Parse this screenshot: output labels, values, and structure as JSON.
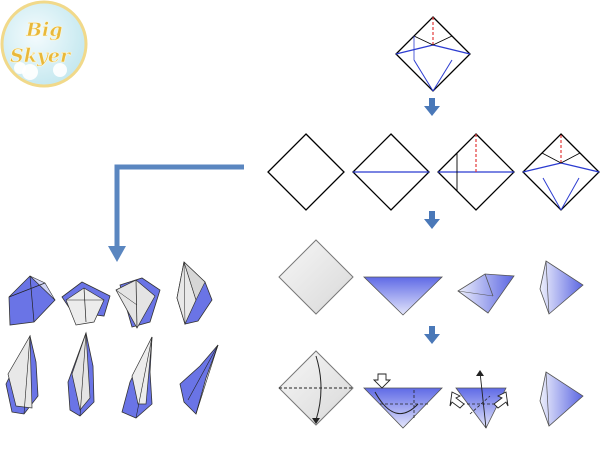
{
  "logo": {
    "line1": "Big",
    "line2": "Skyer",
    "bg_color": "#d9f0f4",
    "ring_color": "#f1d98a",
    "text_color": "#e8b83a"
  },
  "colors": {
    "arrow": "#4a78b8",
    "connector": "#5a86c0",
    "paper_blue": "#6a74e6",
    "paper_light": "#d7daf6",
    "crease_blue": "#2b3bd0",
    "crease_red": "#e23a3a",
    "paper_gray": "#eaeaea"
  },
  "icons": [
    "down-arrow-icon",
    "push-arrow-icon"
  ],
  "diagram": {
    "steps": [
      "crease-pattern",
      "base-folding-sequence",
      "kite-folding-sequence",
      "petal-folding-sequence",
      "final-shaping-grid"
    ]
  }
}
